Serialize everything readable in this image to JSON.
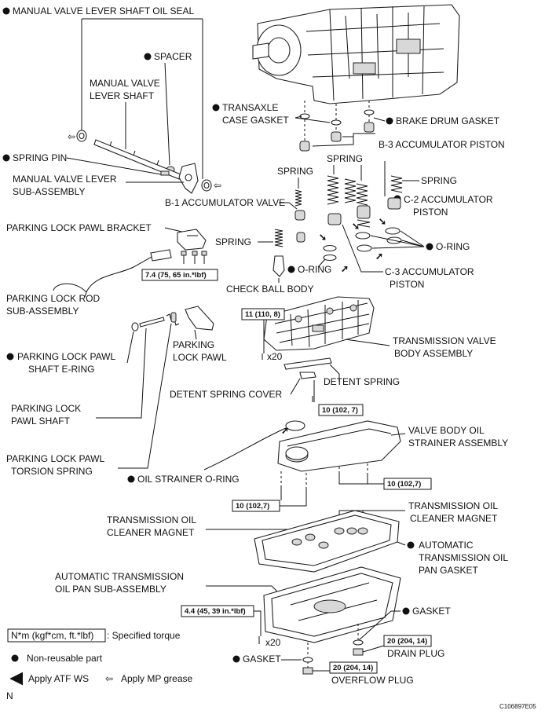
{
  "labels": {
    "manual_valve_lever_shaft_oil_seal": "MANUAL VALVE LEVER SHAFT OIL SEAL",
    "spacer": "SPACER",
    "manual_valve_lever_shaft_1": "MANUAL VALVE",
    "manual_valve_lever_shaft_2": "LEVER SHAFT",
    "spring_pin": "SPRING PIN",
    "manual_valve_lever_sub_1": "MANUAL VALVE LEVER",
    "manual_valve_lever_sub_2": "SUB-ASSEMBLY",
    "transaxle_case_gasket_1": "TRANSAXLE",
    "transaxle_case_gasket_2": "CASE GASKET",
    "brake_drum_gasket": "BRAKE DRUM GASKET",
    "b3_accumulator_piston": "B-3 ACCUMULATOR PISTON",
    "spring_upper": "SPRING",
    "spring_left": "SPRING",
    "spring_right": "SPRING",
    "spring_lower": "SPRING",
    "c2_accumulator_1": "C-2 ACCUMULATOR",
    "c2_accumulator_2": "PISTON",
    "b1_accumulator_valve": "B-1 ACCUMULATOR VALVE",
    "o_ring_right": "O-RING",
    "o_ring_center": "O-RING",
    "c3_accumulator_1": "C-3 ACCUMULATOR",
    "c3_accumulator_2": "PISTON",
    "check_ball_body": "CHECK BALL BODY",
    "parking_lock_pawl_bracket": "PARKING LOCK PAWL BRACKET",
    "parking_lock_rod_1": "PARKING LOCK ROD",
    "parking_lock_rod_2": "SUB-ASSEMBLY",
    "parking_lock_pawl_1": "PARKING",
    "parking_lock_pawl_2": "LOCK PAWL",
    "pawl_shaft_ering_1": "PARKING LOCK PAWL",
    "pawl_shaft_ering_2": "SHAFT E-RING",
    "pawl_shaft_1": "PARKING LOCK",
    "pawl_shaft_2": "PAWL SHAFT",
    "pawl_torsion_1": "PARKING LOCK PAWL",
    "pawl_torsion_2": "TORSION SPRING",
    "transmission_valve_body_1": "TRANSMISSION VALVE",
    "transmission_valve_body_2": "BODY ASSEMBLY",
    "detent_spring": "DETENT SPRING",
    "detent_spring_cover": "DETENT SPRING COVER",
    "valve_body_strainer_1": "VALVE BODY OIL",
    "valve_body_strainer_2": "STRAINER ASSEMBLY",
    "oil_strainer_o_ring": "OIL STRAINER O-RING",
    "cleaner_magnet_right_1": "TRANSMISSION OIL",
    "cleaner_magnet_right_2": "CLEANER MAGNET",
    "cleaner_magnet_left_1": "TRANSMISSION OIL",
    "cleaner_magnet_left_2": "CLEANER MAGNET",
    "pan_gasket_1": "AUTOMATIC",
    "pan_gasket_2": "TRANSMISSION OIL",
    "pan_gasket_3": "PAN GASKET",
    "oil_pan_1": "AUTOMATIC TRANSMISSION",
    "oil_pan_2": "OIL PAN SUB-ASSEMBLY",
    "gasket_right": "GASKET",
    "gasket_bottom": "GASKET",
    "drain_plug": "DRAIN PLUG",
    "overflow_plug": "OVERFLOW PLUG",
    "qty_x20_valve_body": "x20",
    "qty_x20_pan": "x20"
  },
  "torques": {
    "bracket": "7.4 (75, 65 in.*lbf)",
    "valve_body": "11 (110, 8)",
    "detent": "10 (102, 7)",
    "strainer_right": "10 (102,7)",
    "strainer_left": "10 (102,7)",
    "pan": "4.4 (45, 39 in.*lbf)",
    "drain": "20 (204, 14)",
    "overflow": "20 (204, 14)"
  },
  "legend": {
    "torque_unit": "N*m (kgf*cm, ft.*lbf)",
    "torque_desc": ": Specified torque",
    "non_reusable": "Non-reusable part",
    "apply_atf": "Apply ATF WS",
    "apply_mp": "Apply MP grease"
  },
  "corner_mark": "N",
  "figure_code": "C106897E05"
}
